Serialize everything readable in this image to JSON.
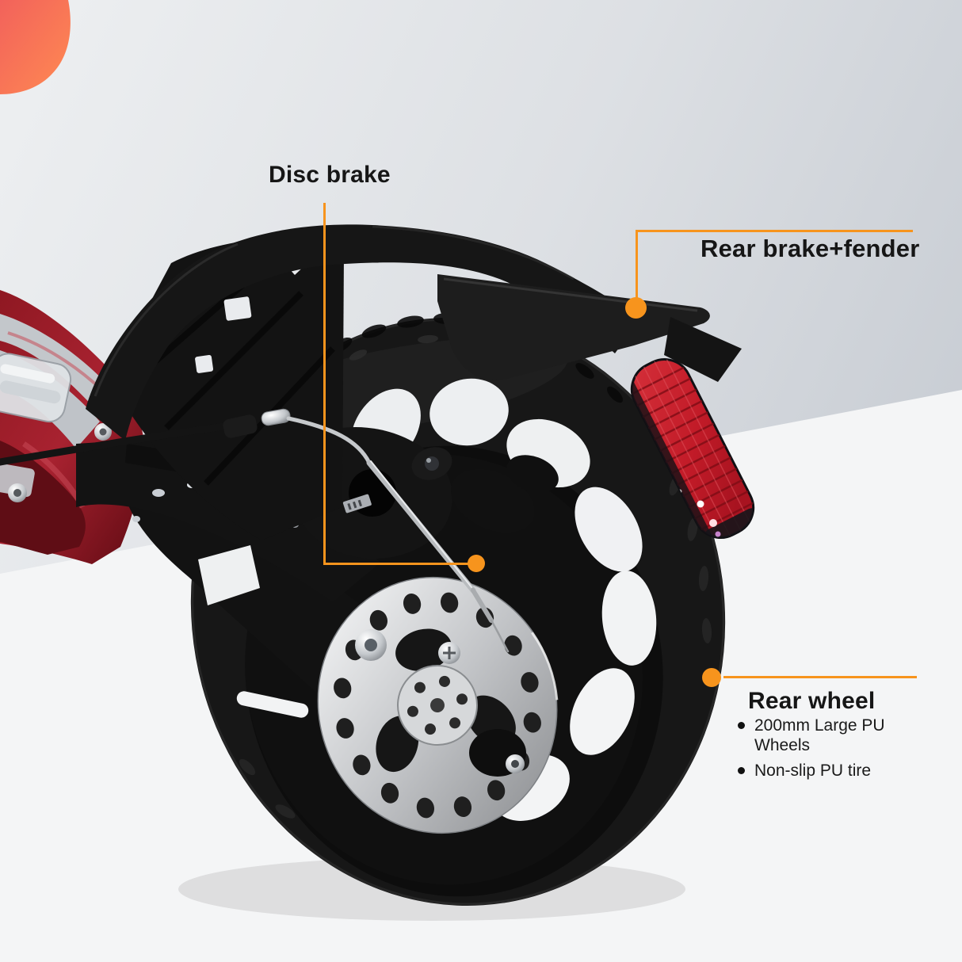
{
  "image_title": "Kick scooter rear wheel feature callouts",
  "callouts": {
    "disc_brake": {
      "label": "Disc brake"
    },
    "rear_brake_fender": {
      "label": "Rear brake+fender"
    },
    "rear_wheel": {
      "label": "Rear wheel",
      "bullets": [
        "200mm Large PU Wheels",
        "Non-slip PU tire"
      ]
    }
  },
  "colors": {
    "accent": "#f7941d",
    "text": "#161616",
    "background_gray_top": "#e9ebee",
    "background_gray_right": "#c7ccd3",
    "background_white": "#f4f5f6",
    "decor_blob_start": "#f2625b",
    "decor_blob_end": "#ff8a52",
    "deck_red": "#a51e2a",
    "reflector_red": "#c21b28",
    "tire_black": "#171717",
    "rotor_silver": "#c9cbcd"
  }
}
